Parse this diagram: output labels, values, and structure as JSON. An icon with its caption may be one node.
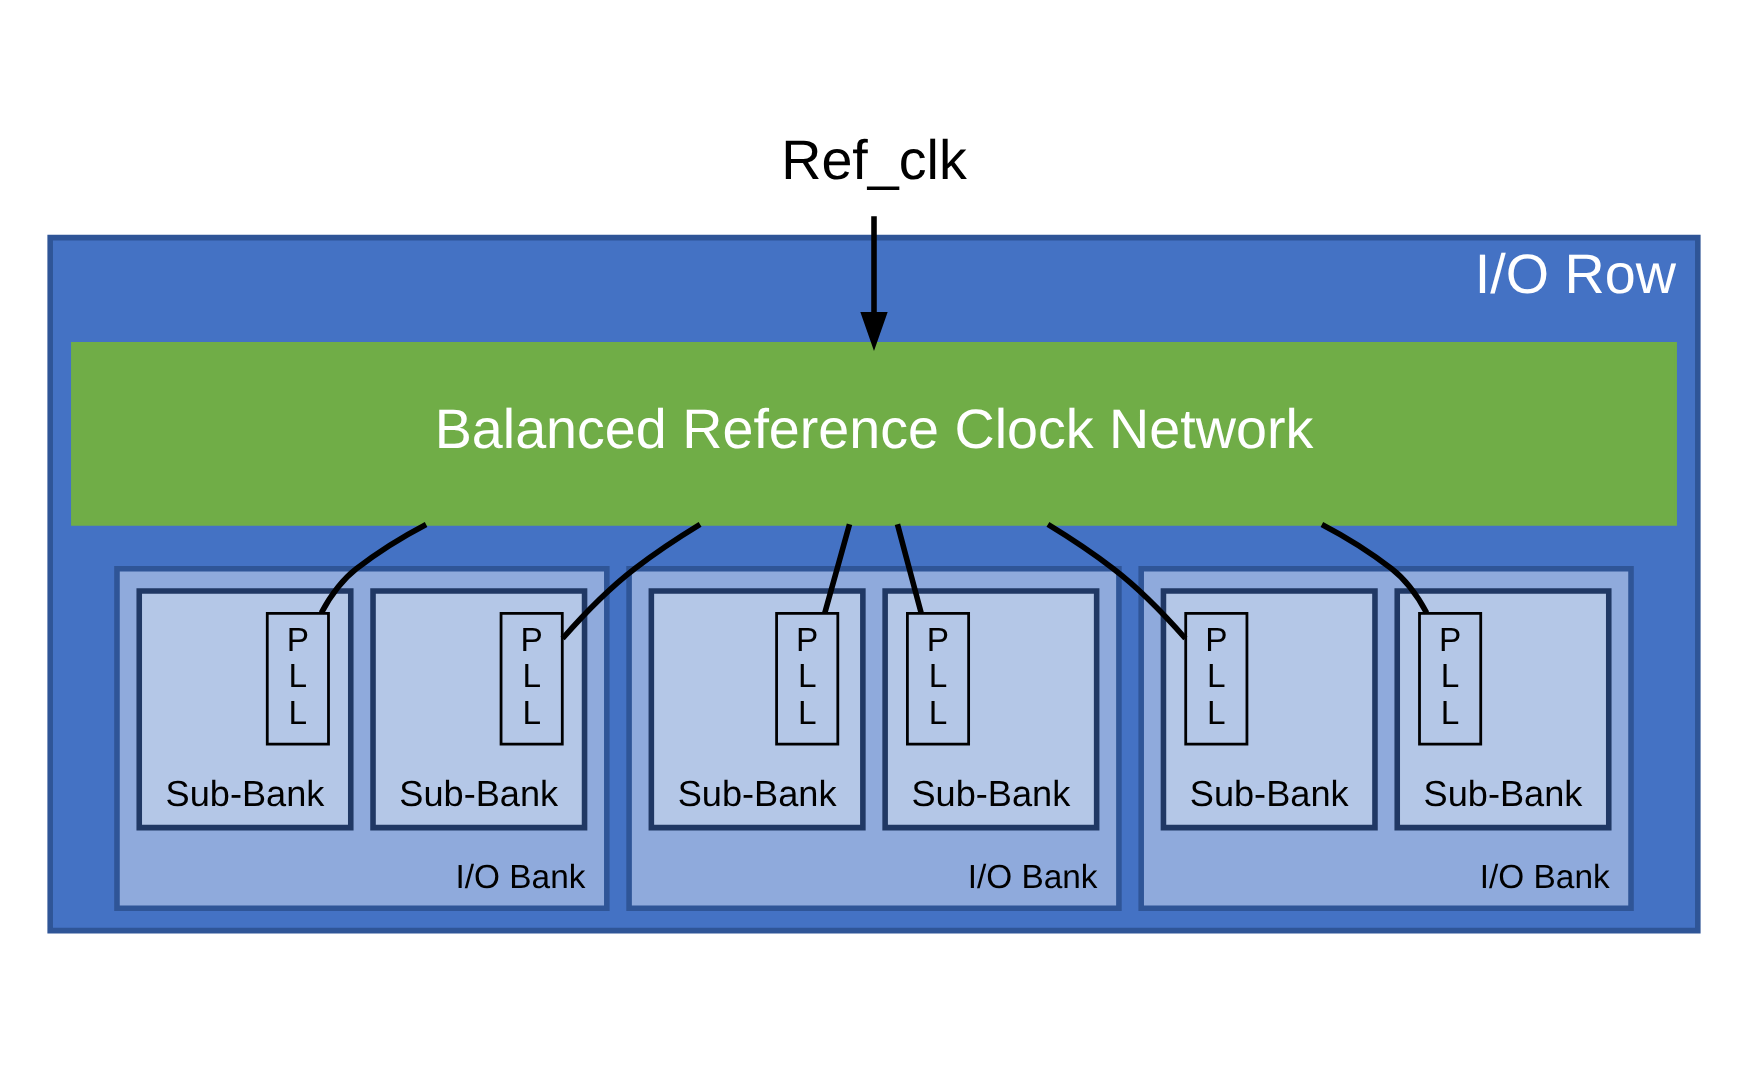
{
  "diagram": {
    "nodes": [
      {
        "text": [
          "Ref_clk"
        ]
      },
      {
        "text": [
          "I/O Row"
        ]
      },
      {
        "text": [
          "Balanced Reference Clock Network"
        ],
        "in": 1
      },
      {
        "text": [
          "I/O Bank"
        ],
        "in": 1
      },
      {
        "text": [
          "Sub-Bank"
        ],
        "in": 3
      },
      {
        "text": [
          "P L L"
        ],
        "in": 4
      },
      {
        "text": [
          "Sub-Bank"
        ],
        "in": 3
      },
      {
        "text": [
          "P L L"
        ],
        "in": 6
      },
      {
        "text": [
          "I/O Bank"
        ],
        "in": 1
      },
      {
        "text": [
          "Sub-Bank"
        ],
        "in": 8
      },
      {
        "text": [
          "P L L"
        ],
        "in": 9
      },
      {
        "text": [
          "Sub-Bank"
        ],
        "in": 8
      },
      {
        "text": [
          "P L L"
        ],
        "in": 11
      },
      {
        "text": [
          "I/O Bank"
        ],
        "in": 1
      },
      {
        "text": [
          "Sub-Bank"
        ],
        "in": 13
      },
      {
        "text": [
          "P L L"
        ],
        "in": 14
      },
      {
        "text": [
          "Sub-Bank"
        ],
        "in": 13
      },
      {
        "text": [
          "P L L"
        ],
        "in": 16
      }
    ],
    "edges": [
      {
        "from": 0,
        "to": 2,
        "arrow": "to"
      },
      {
        "from": 2,
        "to": 5,
        "arrow": "none"
      },
      {
        "from": 2,
        "to": 7,
        "arrow": "none"
      },
      {
        "from": 2,
        "to": 10,
        "arrow": "none"
      },
      {
        "from": 2,
        "to": 12,
        "arrow": "none"
      },
      {
        "from": 2,
        "to": 15,
        "arrow": "none"
      },
      {
        "from": 2,
        "to": 17,
        "arrow": "none"
      }
    ]
  }
}
